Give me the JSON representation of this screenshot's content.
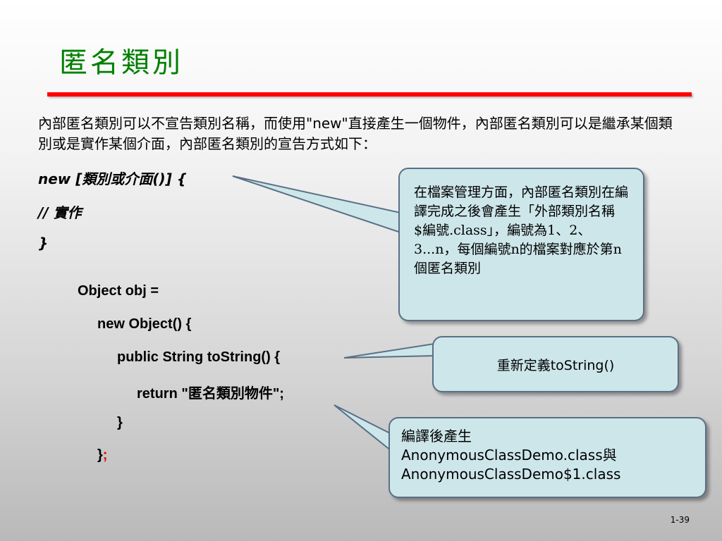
{
  "slide": {
    "title": "匿名類別",
    "intro": "內部匿名類別可以不宣告類別名稱，而使用\"new\"直接產生一個物件，內部匿名類別可以是繼承某個類別或是實作某個介面，內部匿名類別的宣告方式如下：",
    "syntax": {
      "line1": "new [類別或介面()] {",
      "line2": "// 實作",
      "line3": "}"
    },
    "code": {
      "line1": "Object obj =",
      "line2": "new Object() {",
      "line3": "public String toString() {",
      "line4": "return \"匿名類別物件\";",
      "line5": "}",
      "line6_brace": "}",
      "line6_semicolon": ";"
    },
    "callouts": {
      "compile_note": "在檔案管理方面，內部匿名類別在編譯完成之後會產生「外部類別名稱$編號.class」，編號為1、2、3...n，每個編號n的檔案對應於第n個匿名類別",
      "override_note": "重新定義toString()",
      "output_line1": "編譯後產生",
      "output_line2": "AnonymousClassDemo.class與",
      "output_line3": "AnonymousClassDemo$1.class"
    },
    "page_number": "1-39"
  },
  "colors": {
    "title": "#008000",
    "rule": "#ff0000",
    "callout_fill": "#cde6ea",
    "callout_border": "#5a6f86",
    "accent_red": "#e00000"
  }
}
